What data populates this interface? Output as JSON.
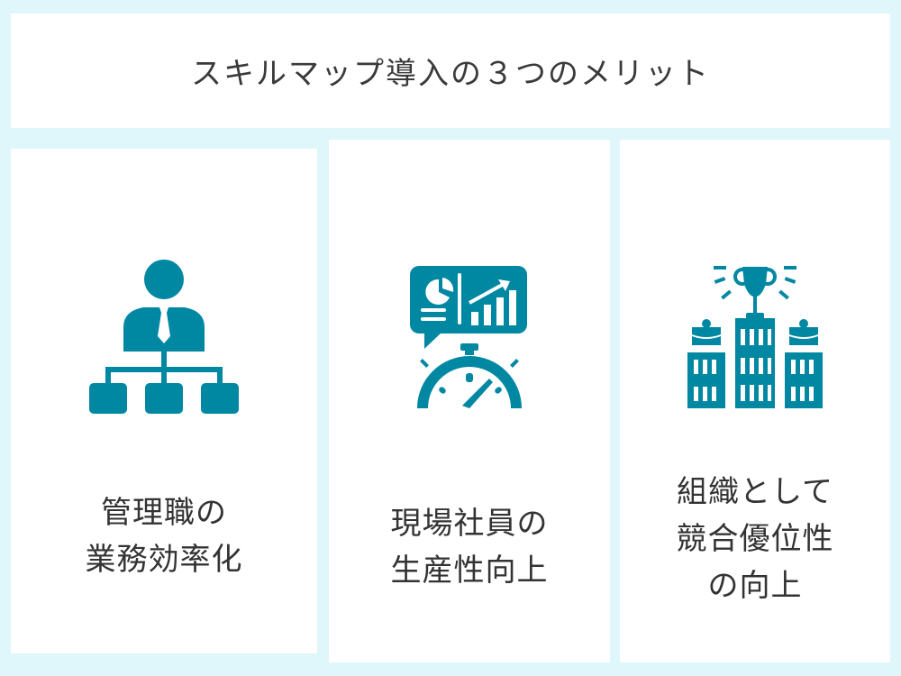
{
  "header": {
    "title": "スキルマップ導入の３つのメリット"
  },
  "colors": {
    "accent": "#0088a3",
    "background": "#dff6fb"
  },
  "cards": [
    {
      "icon": "org-chart-manager-icon",
      "lines": [
        "管理職の",
        "業務効率化"
      ]
    },
    {
      "icon": "stopwatch-dashboard-icon",
      "lines": [
        "現場社員の",
        "生産性向上"
      ]
    },
    {
      "icon": "trophy-podium-icon",
      "lines": [
        "組織として",
        "競合優位性",
        "の向上"
      ]
    }
  ]
}
